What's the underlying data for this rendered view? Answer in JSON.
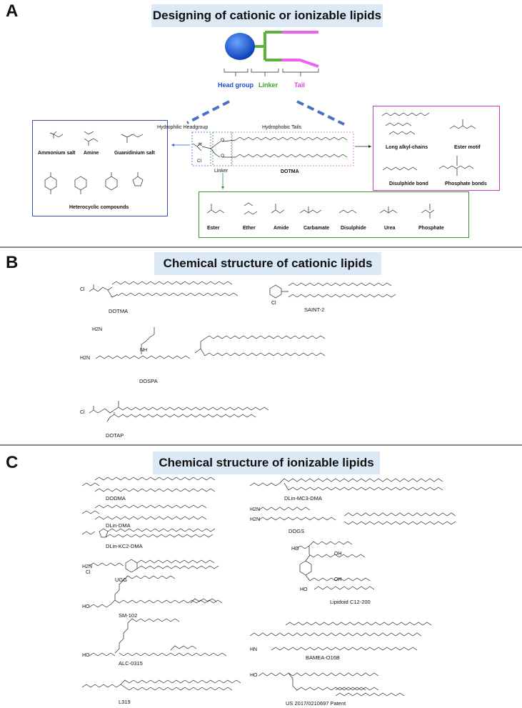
{
  "panels": {
    "a": {
      "letter": "A",
      "title": "Designing of cationic or ionizable lipids"
    },
    "b": {
      "letter": "B",
      "title": "Chemical structure of cationic lipids"
    },
    "c": {
      "letter": "C",
      "title": "Chemical structure of ionizable lipids"
    }
  },
  "schematic": {
    "head_label": "Head group",
    "linker_label": "Linker",
    "tail_label": "Tail",
    "head_color": "#1f4fd0",
    "linker_color": "#4caf2e",
    "tail_color": "#e040e0"
  },
  "dotma_diagram": {
    "headgroup_label": "Hydrophilic Headgroup",
    "tails_label": "Hydrophobic Tails",
    "linker_label": "Linker",
    "name": "DOTMA",
    "counter_ion": "Cl",
    "atom_n": "N",
    "atom_o": "O"
  },
  "headgroups": {
    "items": [
      "Ammonium salt",
      "Amine",
      "Guanidinium salt"
    ],
    "group_label": "Heterocyclic compounds"
  },
  "tails": {
    "items": [
      "Long alkyl-chains",
      "Ester motif",
      "Disulphide bond",
      "Phosphate bonds"
    ]
  },
  "linkers": {
    "items": [
      "Ester",
      "Ether",
      "Amide",
      "Carbamate",
      "Disulphide",
      "Urea",
      "Phosphate"
    ]
  },
  "cationic_lipids": [
    "DOTMA",
    "SAINT-2",
    "DOSPA",
    "DOTAP"
  ],
  "ionizable_lipids": [
    "DODMA",
    "DLin-MC3-DMA",
    "DLin-DMA",
    "DOGS",
    "DLin-KC2-DMA",
    "UGG",
    "Lipidoid C12-200",
    "SM-102",
    "BAMEA-O16B",
    "ALC-0315",
    "L319",
    "US 2017/0210697 Patent"
  ],
  "atom_labels": {
    "h2n": "H2N",
    "hn": "HN",
    "nh": "NH",
    "ho": "HO",
    "oh": "OH",
    "cl": "Cl"
  }
}
